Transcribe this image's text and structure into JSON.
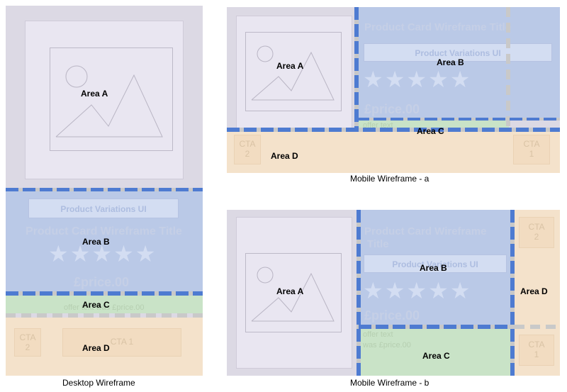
{
  "desktop": {
    "caption": "Desktop Wireframe",
    "area_a": "Area A",
    "area_b": "Area B",
    "area_c": "Area C",
    "area_d": "Area D",
    "variations": "Product Variations UI",
    "title": "Product Card Wireframe Title",
    "stars": "★★★★★",
    "price": "£price.00",
    "offer": "offer text was £price.00",
    "cta1": "CTA 1",
    "cta2_line1": "CTA",
    "cta2_line2": "2"
  },
  "mobile_a": {
    "caption": "Mobile Wireframe - a",
    "area_a": "Area A",
    "area_b": "Area B",
    "area_c": "Area C",
    "area_d": "Area D",
    "title": "Product Card Wireframe Title",
    "variations": "Product Variations UI",
    "stars": "★★★★★",
    "price": "£price.00",
    "offer": "offer text",
    "cta2_line1": "CTA",
    "cta2_line2": "2",
    "cta1_line1": "CTA",
    "cta1_line2": "1"
  },
  "mobile_b": {
    "caption": "Mobile Wireframe - b",
    "area_a": "Area A",
    "area_b": "Area B",
    "area_c": "Area C",
    "area_d": "Area D",
    "title_line1": "Product Card Wireframe",
    "title_line2": "Title",
    "variations": "Product Variations UI",
    "stars": "★★★★★",
    "price": "£price.00",
    "offer_line1": "offer text",
    "offer_line2": "was £price.00",
    "cta2_line1": "CTA",
    "cta2_line2": "2",
    "cta1_line1": "CTA",
    "cta1_line2": "1"
  }
}
